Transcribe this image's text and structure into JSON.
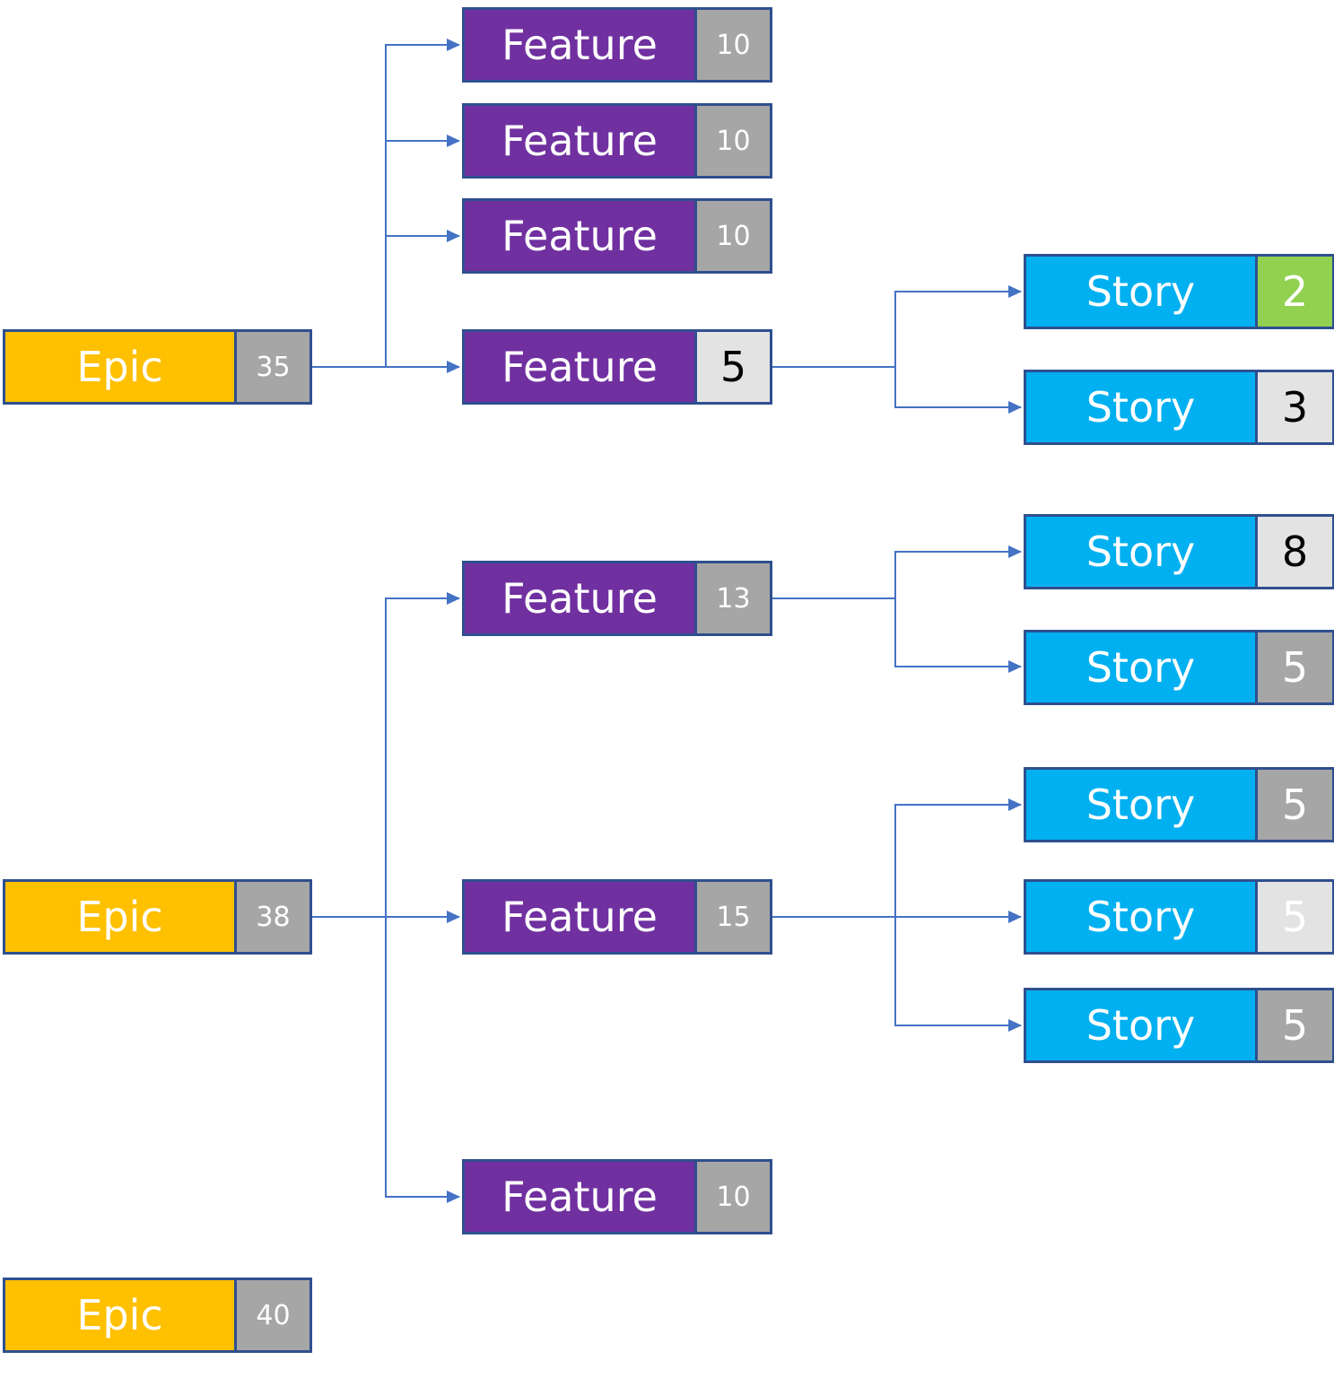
{
  "colors": {
    "epic": "#FFC000",
    "feature": "#7030A0",
    "story": "#00B0F0",
    "border": "#2F4F8F",
    "connector": "#4472C4",
    "estimate_gray": "#A6A6A6",
    "estimate_light": "#E3E3E3",
    "estimate_green": "#92D050"
  },
  "epics": [
    {
      "label": "Epic",
      "value": "35"
    },
    {
      "label": "Epic",
      "value": "38"
    },
    {
      "label": "Epic",
      "value": "40"
    }
  ],
  "features": [
    {
      "label": "Feature",
      "value": "10"
    },
    {
      "label": "Feature",
      "value": "10"
    },
    {
      "label": "Feature",
      "value": "10"
    },
    {
      "label": "Feature",
      "value": "5"
    },
    {
      "label": "Feature",
      "value": "13"
    },
    {
      "label": "Feature",
      "value": "15"
    },
    {
      "label": "Feature",
      "value": "10"
    }
  ],
  "stories": [
    {
      "label": "Story",
      "value": "2"
    },
    {
      "label": "Story",
      "value": "3"
    },
    {
      "label": "Story",
      "value": "8"
    },
    {
      "label": "Story",
      "value": "5"
    },
    {
      "label": "Story",
      "value": "5"
    },
    {
      "label": "Story",
      "value": "5"
    },
    {
      "label": "Story",
      "value": "5"
    }
  ]
}
